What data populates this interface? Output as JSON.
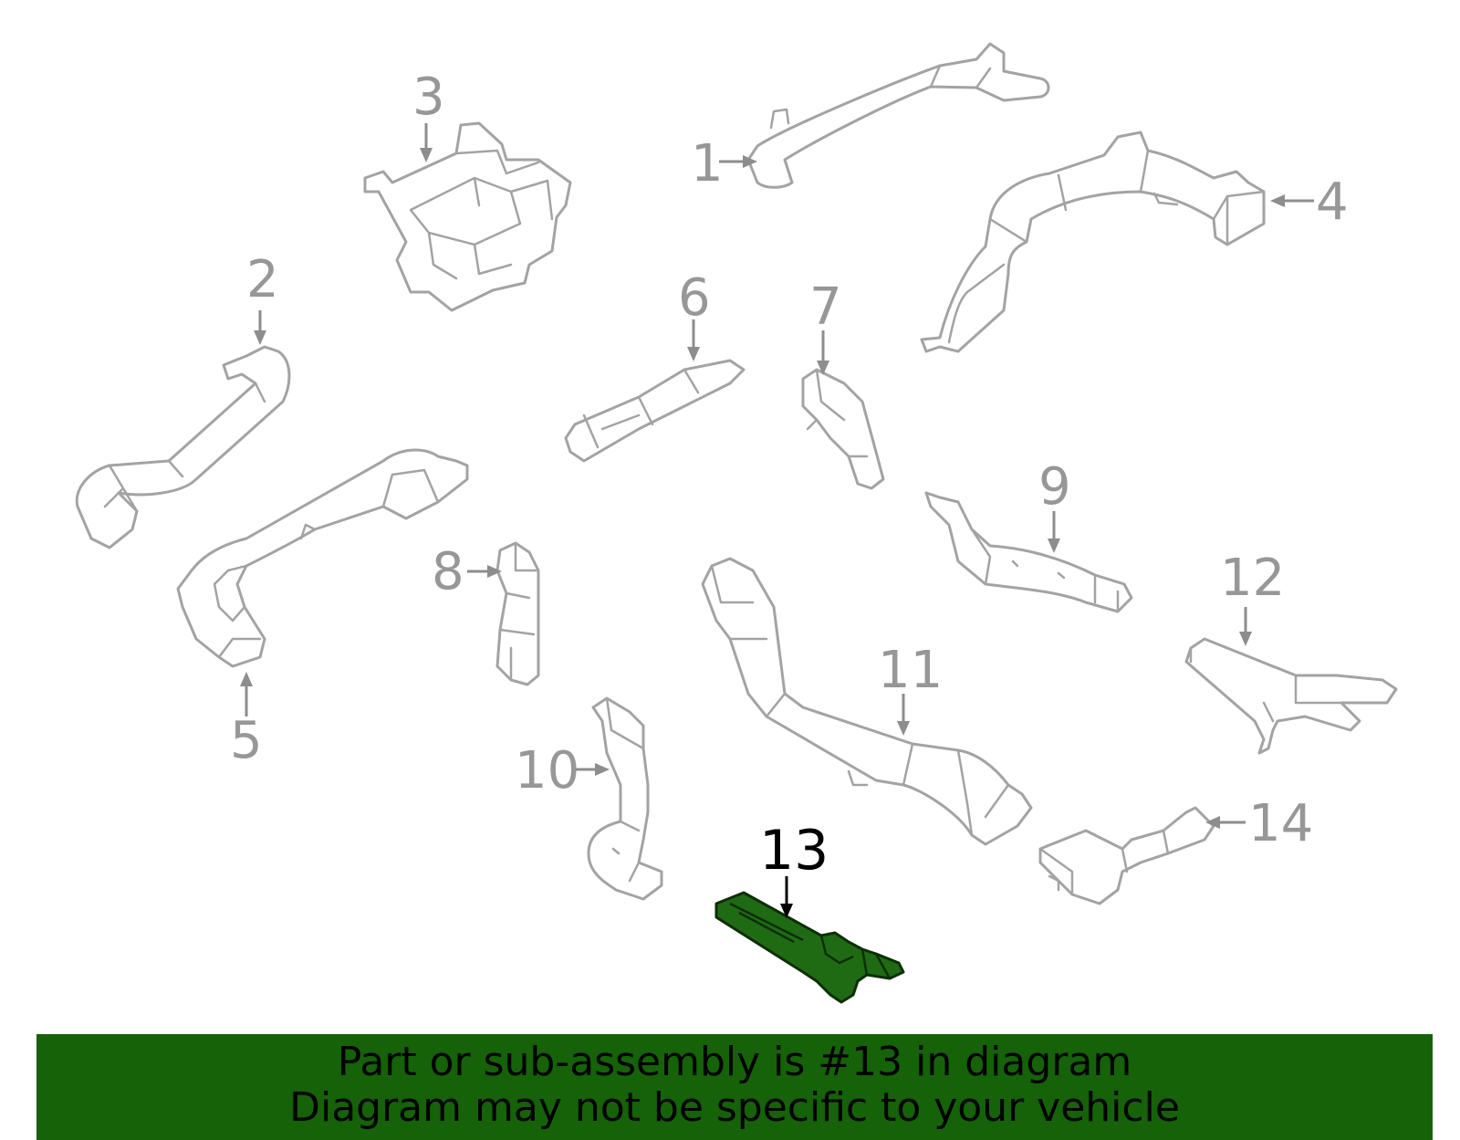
{
  "callouts": [
    "1",
    "2",
    "3",
    "4",
    "5",
    "6",
    "7",
    "8",
    "9",
    "10",
    "11",
    "12",
    "13",
    "14"
  ],
  "highlighted_part": "13",
  "colors": {
    "highlight": "#1f6b14",
    "banner": "#156209",
    "outline": "#a3a3a3"
  },
  "banner": {
    "line1": "Part or sub-assembly is #13 in diagram",
    "line2": "Diagram may not be specific to your vehicle"
  }
}
